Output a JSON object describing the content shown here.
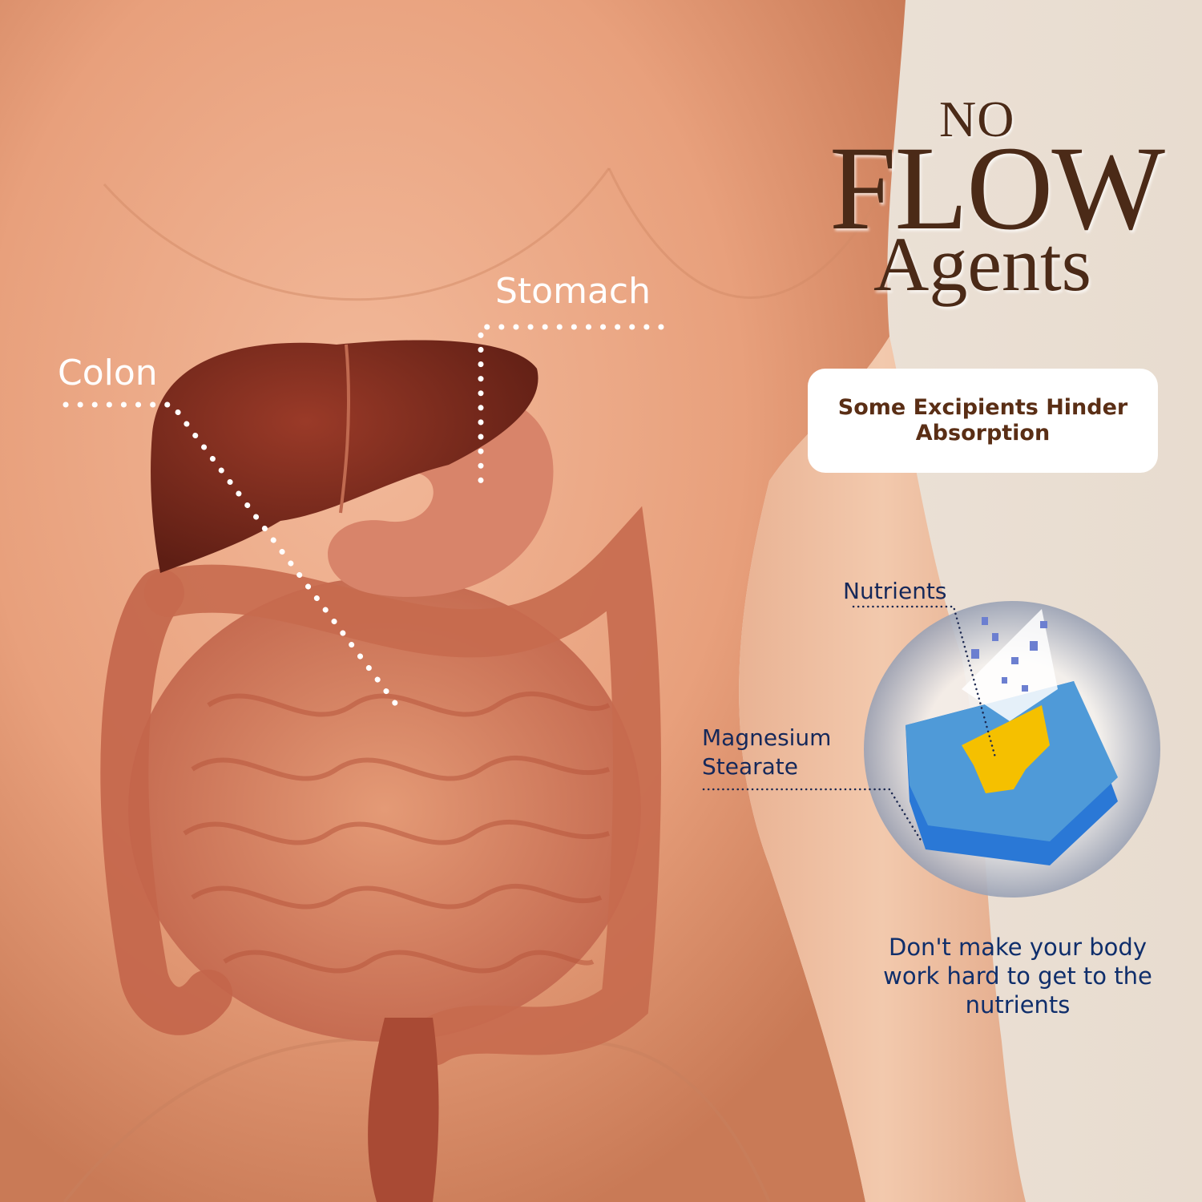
{
  "headline": {
    "line1": "NO",
    "line2": "FLOW",
    "line3": "Agents"
  },
  "callout_card": {
    "text": "Some Excipients Hinder Absorption"
  },
  "organ_labels": {
    "stomach": "Stomach",
    "colon": "Colon"
  },
  "tablet_diagram": {
    "nutrients_label": "Nutrients",
    "excipient_label_line1": "Magnesium",
    "excipient_label_line2": "Stearate"
  },
  "tagline": "Don't make your body work hard to get to the nutrients",
  "colors": {
    "headline": "#4b2a17",
    "card_text": "#5a2e15",
    "tagline": "#0f2e6b",
    "tablet_blue": "#2a78d6",
    "nutrient_yellow": "#f5c000"
  }
}
